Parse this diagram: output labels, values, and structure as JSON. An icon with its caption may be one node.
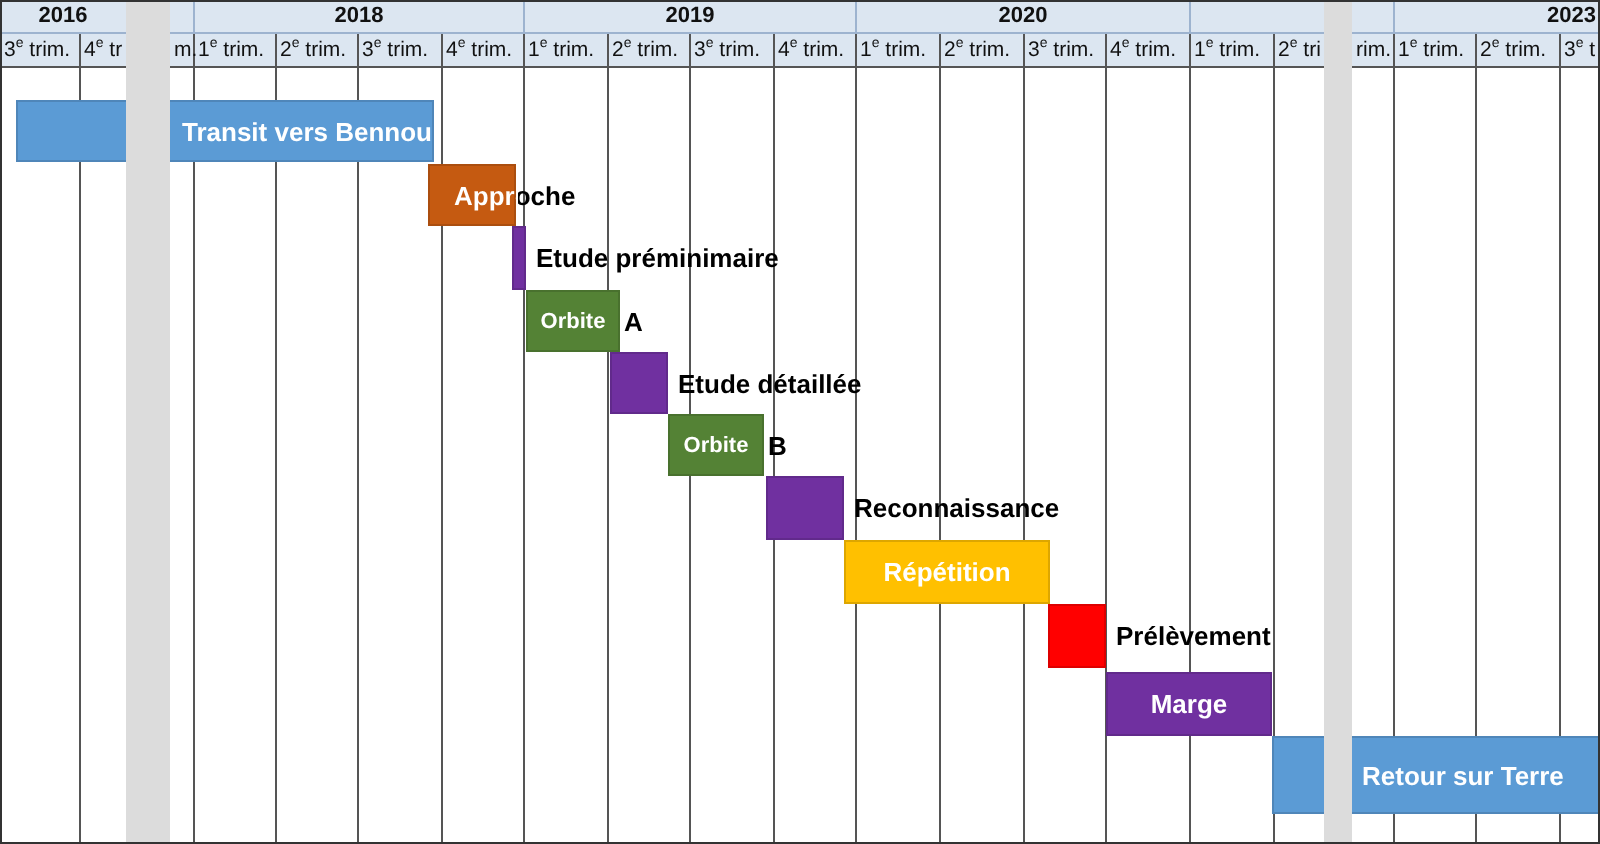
{
  "diagram": {
    "nodes": [
      {
        "text": [
          "Transit vers Bennou"
        ]
      },
      {
        "text": [
          "Approche"
        ]
      },
      {
        "text": [],
        "shape": "bar",
        "beside": [
          "Etude préminimaire"
        ]
      },
      {
        "text": [
          "Orbite"
        ],
        "beside": [
          "A"
        ]
      },
      {
        "text": [],
        "shape": "bar",
        "beside": [
          "Etude détaillée"
        ]
      },
      {
        "text": [
          "Orbite"
        ],
        "beside": [
          "B"
        ]
      },
      {
        "text": [],
        "shape": "bar",
        "beside": [
          "Reconnaissance"
        ]
      },
      {
        "text": [
          "Répétition"
        ]
      },
      {
        "text": [],
        "shape": "bar",
        "beside": [
          "Prélèvement"
        ]
      },
      {
        "text": [
          "Marge"
        ]
      },
      {
        "text": [
          "Retour sur Terre"
        ]
      }
    ],
    "labels": [
      "2016",
      "2018",
      "2019",
      "2020",
      "2023",
      "3$^{e}$ trim.",
      "4$^{e}$ tr",
      "m.",
      "1$^{e}$ trim.",
      "2$^{e}$ trim.",
      "3$^{e}$ trim.",
      "4$^{e}$ trim.",
      "1$^{e}$ trim.",
      "2$^{e}$ trim.",
      "3$^{e}$ trim.",
      "4$^{e}$ trim.",
      "1$^{e}$ trim.",
      "2$^{e}$ trim.",
      "3$^{e}$ trim.",
      "4$^{e}$ trim.",
      "1$^{e}$ trim.",
      "2$^{e}$ tri",
      "rim.",
      "1$^{e}$ trim.",
      "2$^{e}$ trim.",
      "3$^{e}$ t"
    ]
  }
}
